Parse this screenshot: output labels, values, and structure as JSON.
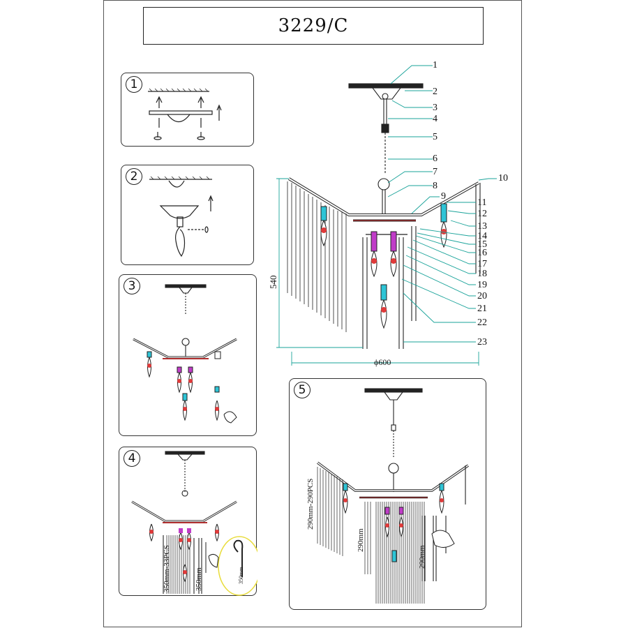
{
  "title": "3229/C",
  "steps": [
    {
      "number": "1"
    },
    {
      "number": "2"
    },
    {
      "number": "3"
    },
    {
      "number": "4",
      "labels": [
        "350mm-33PCS",
        "350mm",
        "350mm"
      ]
    },
    {
      "number": "5",
      "labels": [
        "290mm-290PCS",
        "290mm",
        "290mm"
      ]
    }
  ],
  "callouts": [
    "1",
    "2",
    "3",
    "4",
    "5",
    "6",
    "7",
    "8",
    "9",
    "10",
    "11",
    "12",
    "13",
    "14",
    "15",
    "16",
    "17",
    "18",
    "19",
    "20",
    "21",
    "22",
    "23"
  ],
  "dimensions": {
    "height": "540",
    "diameter": "ϕ600"
  },
  "colors": {
    "line": "#222222",
    "leader": "#1aa39a",
    "bulb_red": "#e03a3a",
    "socket_cyan": "#2ec4d6",
    "magenta": "#c03cc8"
  }
}
